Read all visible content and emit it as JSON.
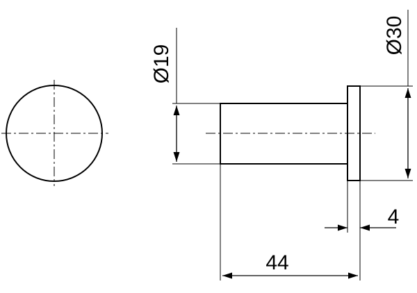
{
  "dimensions": {
    "shaft_diameter": "Ø19",
    "flange_diameter": "Ø30",
    "flange_thickness": "4",
    "overall_length": "44"
  }
}
